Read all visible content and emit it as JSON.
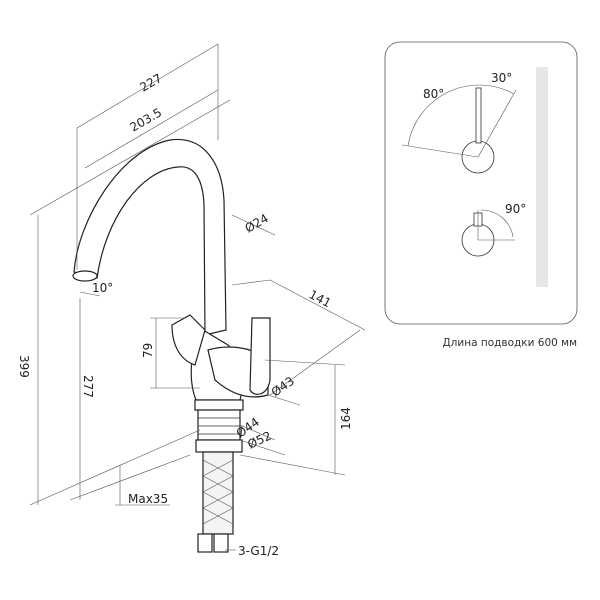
{
  "dimensions": {
    "width_total": "227",
    "spout_reach": "203.5",
    "spout_diameter": "Ø24",
    "spout_angle": "10°",
    "total_height": "399",
    "spout_height": "277",
    "handle_height": "79",
    "handle_reach": "141",
    "body_diameter": "Ø43",
    "base_height": "164",
    "base_diameter_inner": "Ø44",
    "base_diameter_outer": "Ø52",
    "max_counter_thickness": "Max35",
    "connection": "3-G1/2"
  },
  "rotation_panel": {
    "lever_angle_left": "80°",
    "lever_angle_right": "30°",
    "filter_handle_angle": "90°",
    "hose_length_caption": "Длина подводки 600 мм"
  },
  "colors": {
    "line": "#222222",
    "hose_bar": "#e6e6e6"
  }
}
